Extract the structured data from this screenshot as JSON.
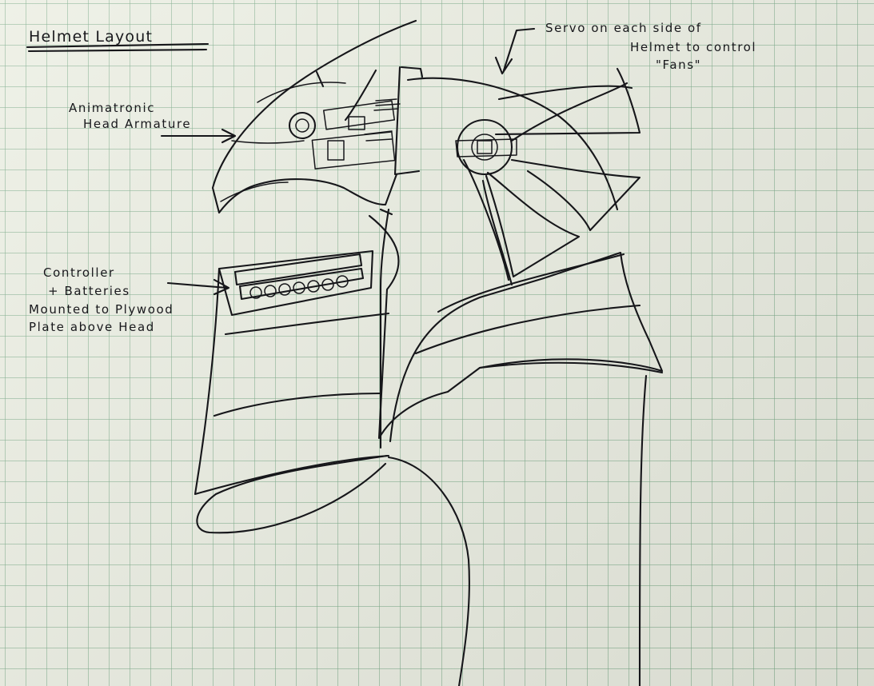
{
  "title": "Helmet Layout",
  "annotations": {
    "servo": [
      "Servo on each side of",
      "Helmet to control",
      "\"Fans\""
    ],
    "armature": [
      "Animatronic",
      "Head Armature"
    ],
    "controller": [
      "Controller",
      "+ Batteries",
      "Mounted to Plywood",
      "Plate above Head"
    ]
  },
  "colors": {
    "paper": "#ebeee2",
    "grid": "#76a884",
    "ink": "#16161a"
  }
}
